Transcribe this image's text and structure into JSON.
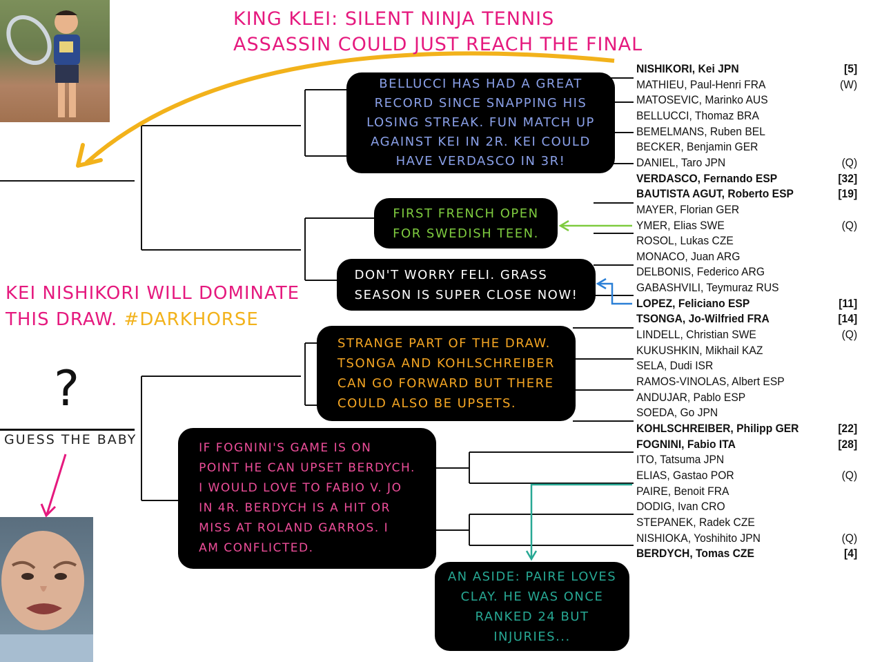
{
  "headline": {
    "line1": "King Klei: Silent ninja tennis",
    "line2": "assassin could just reach the final"
  },
  "left_note": {
    "line1": "Kei Nishikori will dominate",
    "line2_prefix": "this draw. ",
    "hashtag": "#darkhorse"
  },
  "baby_guess": {
    "question": "?",
    "label": "Guess the baby"
  },
  "bubbles": {
    "bellucci": "Bellucci has had a great\nrecord since snapping his\nlosing streak. Fun match up\nagainst Kei in 2R. Kei could\nhave Verdasco in 3R!",
    "ymer": "First French Open\nfor Swedish teen.",
    "lopez": "Don't worry Feli. Grass\nseason is super close now!",
    "tsonga": "Strange part of the draw.\nTsonga and Kohlschreiber\ncan go forward but there\ncould also be upsets.",
    "fognini": "If Fognini's game is on\npoint he can upset Berdych.\nI would love to Fabio v. Jo\nin 4R. Berdych is a hit or\nmiss at Roland Garros. I\nam conflicted.",
    "paire": "An aside: Paire loves\nclay. He was once\nranked 24 but\ninjuries..."
  },
  "colors": {
    "magenta": "#e5197e",
    "yellow": "#f2b21b",
    "periwinkle": "#8aa0e8",
    "green": "#7ecb3f",
    "blue": "#2a7fd6",
    "orange": "#f5a623",
    "pink": "#ee4e9a",
    "teal": "#27a894"
  },
  "players": [
    {
      "name": "NISHIKORI, Kei JPN",
      "seed": "[5]",
      "bold": true
    },
    {
      "name": "MATHIEU, Paul-Henri FRA",
      "seed": "(W)",
      "bold": false
    },
    {
      "name": "MATOSEVIC, Marinko AUS",
      "seed": "",
      "bold": false
    },
    {
      "name": "BELLUCCI, Thomaz BRA",
      "seed": "",
      "bold": false
    },
    {
      "name": "BEMELMANS, Ruben BEL",
      "seed": "",
      "bold": false
    },
    {
      "name": "BECKER, Benjamin GER",
      "seed": "",
      "bold": false
    },
    {
      "name": "DANIEL, Taro JPN",
      "seed": "(Q)",
      "bold": false
    },
    {
      "name": "VERDASCO, Fernando ESP",
      "seed": "[32]",
      "bold": true
    },
    {
      "name": "BAUTISTA AGUT, Roberto ESP",
      "seed": "[19]",
      "bold": true
    },
    {
      "name": "MAYER, Florian GER",
      "seed": "",
      "bold": false
    },
    {
      "name": "YMER, Elias SWE",
      "seed": "(Q)",
      "bold": false
    },
    {
      "name": "ROSOL, Lukas CZE",
      "seed": "",
      "bold": false
    },
    {
      "name": "MONACO, Juan ARG",
      "seed": "",
      "bold": false
    },
    {
      "name": "DELBONIS, Federico ARG",
      "seed": "",
      "bold": false
    },
    {
      "name": "GABASHVILI, Teymuraz RUS",
      "seed": "",
      "bold": false
    },
    {
      "name": "LOPEZ, Feliciano ESP",
      "seed": "[11]",
      "bold": true
    },
    {
      "name": "TSONGA, Jo-Wilfried FRA",
      "seed": "[14]",
      "bold": true
    },
    {
      "name": "LINDELL, Christian SWE",
      "seed": "(Q)",
      "bold": false
    },
    {
      "name": "KUKUSHKIN, Mikhail KAZ",
      "seed": "",
      "bold": false
    },
    {
      "name": "SELA, Dudi ISR",
      "seed": "",
      "bold": false
    },
    {
      "name": "RAMOS-VINOLAS, Albert ESP",
      "seed": "",
      "bold": false
    },
    {
      "name": "ANDUJAR, Pablo ESP",
      "seed": "",
      "bold": false
    },
    {
      "name": "SOEDA, Go JPN",
      "seed": "",
      "bold": false
    },
    {
      "name": "KOHLSCHREIBER, Philipp GER",
      "seed": "[22]",
      "bold": true
    },
    {
      "name": "FOGNINI, Fabio ITA",
      "seed": "[28]",
      "bold": true
    },
    {
      "name": "ITO, Tatsuma JPN",
      "seed": "",
      "bold": false
    },
    {
      "name": "ELIAS, Gastao POR",
      "seed": "(Q)",
      "bold": false
    },
    {
      "name": "PAIRE, Benoit FRA",
      "seed": "",
      "bold": false
    },
    {
      "name": "DODIG, Ivan CRO",
      "seed": "",
      "bold": false
    },
    {
      "name": "STEPANEK, Radek CZE",
      "seed": "",
      "bold": false
    },
    {
      "name": "NISHIOKA, Yoshihito JPN",
      "seed": "(Q)",
      "bold": false
    },
    {
      "name": "BERDYCH, Tomas CZE",
      "seed": "[4]",
      "bold": true
    }
  ]
}
